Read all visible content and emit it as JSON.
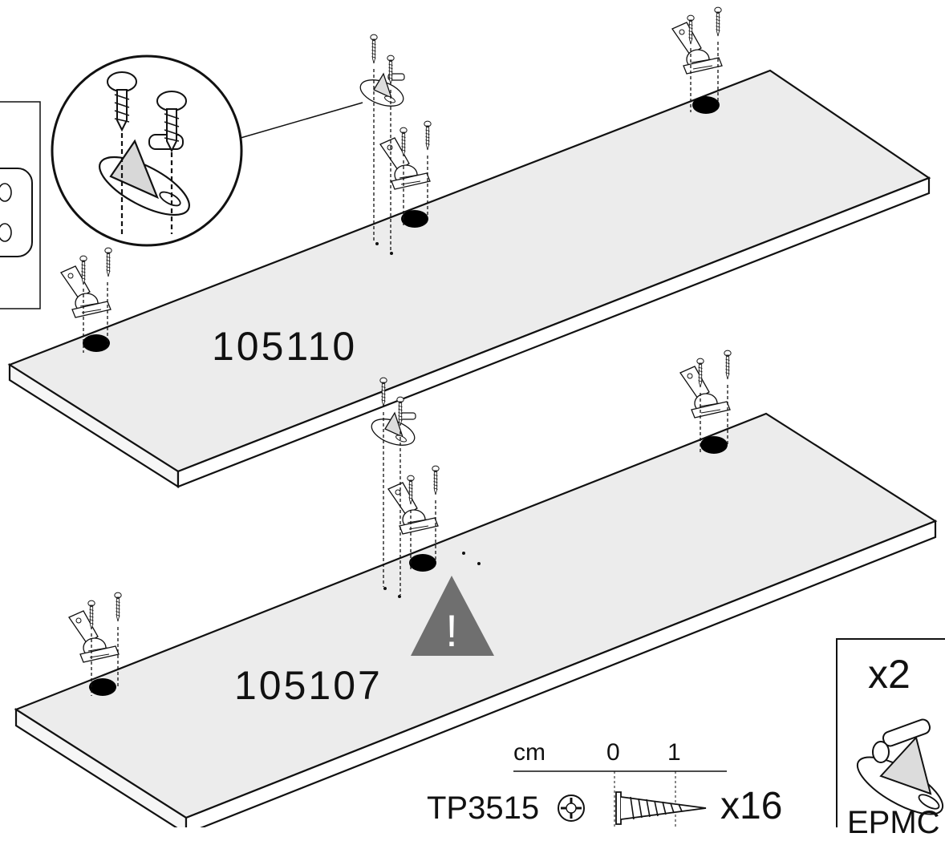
{
  "panels": [
    {
      "id": "panel-top",
      "label": "105110"
    },
    {
      "id": "panel-bottom",
      "label": "105107"
    }
  ],
  "ruler": {
    "unit": "cm",
    "ticks": [
      "0",
      "1"
    ]
  },
  "screw": {
    "code": "TP3515",
    "quantity": "x16"
  },
  "hinge_box": {
    "quantity": "x2",
    "code_partial": "EPMC"
  },
  "warning": {
    "glyph": "!"
  },
  "colors": {
    "panel_fill": "#ececec",
    "hole": "#000000",
    "warning": "#6f6f6f",
    "ink": "#111111"
  }
}
